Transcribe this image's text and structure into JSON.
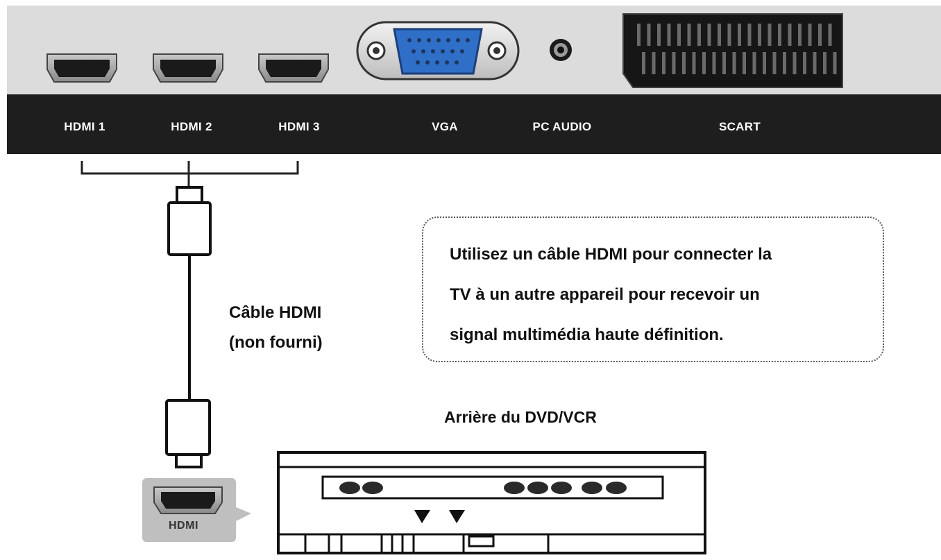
{
  "tv_panel": {
    "ports": [
      {
        "id": "hdmi1",
        "label": "HDMI 1"
      },
      {
        "id": "hdmi2",
        "label": "HDMI 2"
      },
      {
        "id": "hdmi3",
        "label": "HDMI 3"
      },
      {
        "id": "vga",
        "label": "VGA"
      },
      {
        "id": "pc-audio",
        "label": "PC AUDIO"
      },
      {
        "id": "scart",
        "label": "SCART"
      }
    ]
  },
  "cable": {
    "line1": "Câble HDMI",
    "line2": "(non fourni)"
  },
  "note": {
    "lines": [
      "Utilisez un câble HDMI pour connecter la",
      "TV à un autre appareil pour recevoir un",
      "signal multimédia haute définition."
    ]
  },
  "device": {
    "title": "Arrière du DVD/VCR",
    "hdmi_badge": "HDMI"
  },
  "colors": {
    "panel_gray": "#d9d9d9",
    "panel_dark": "#1c1c1c",
    "vga_blue": "#2f6fc8"
  }
}
